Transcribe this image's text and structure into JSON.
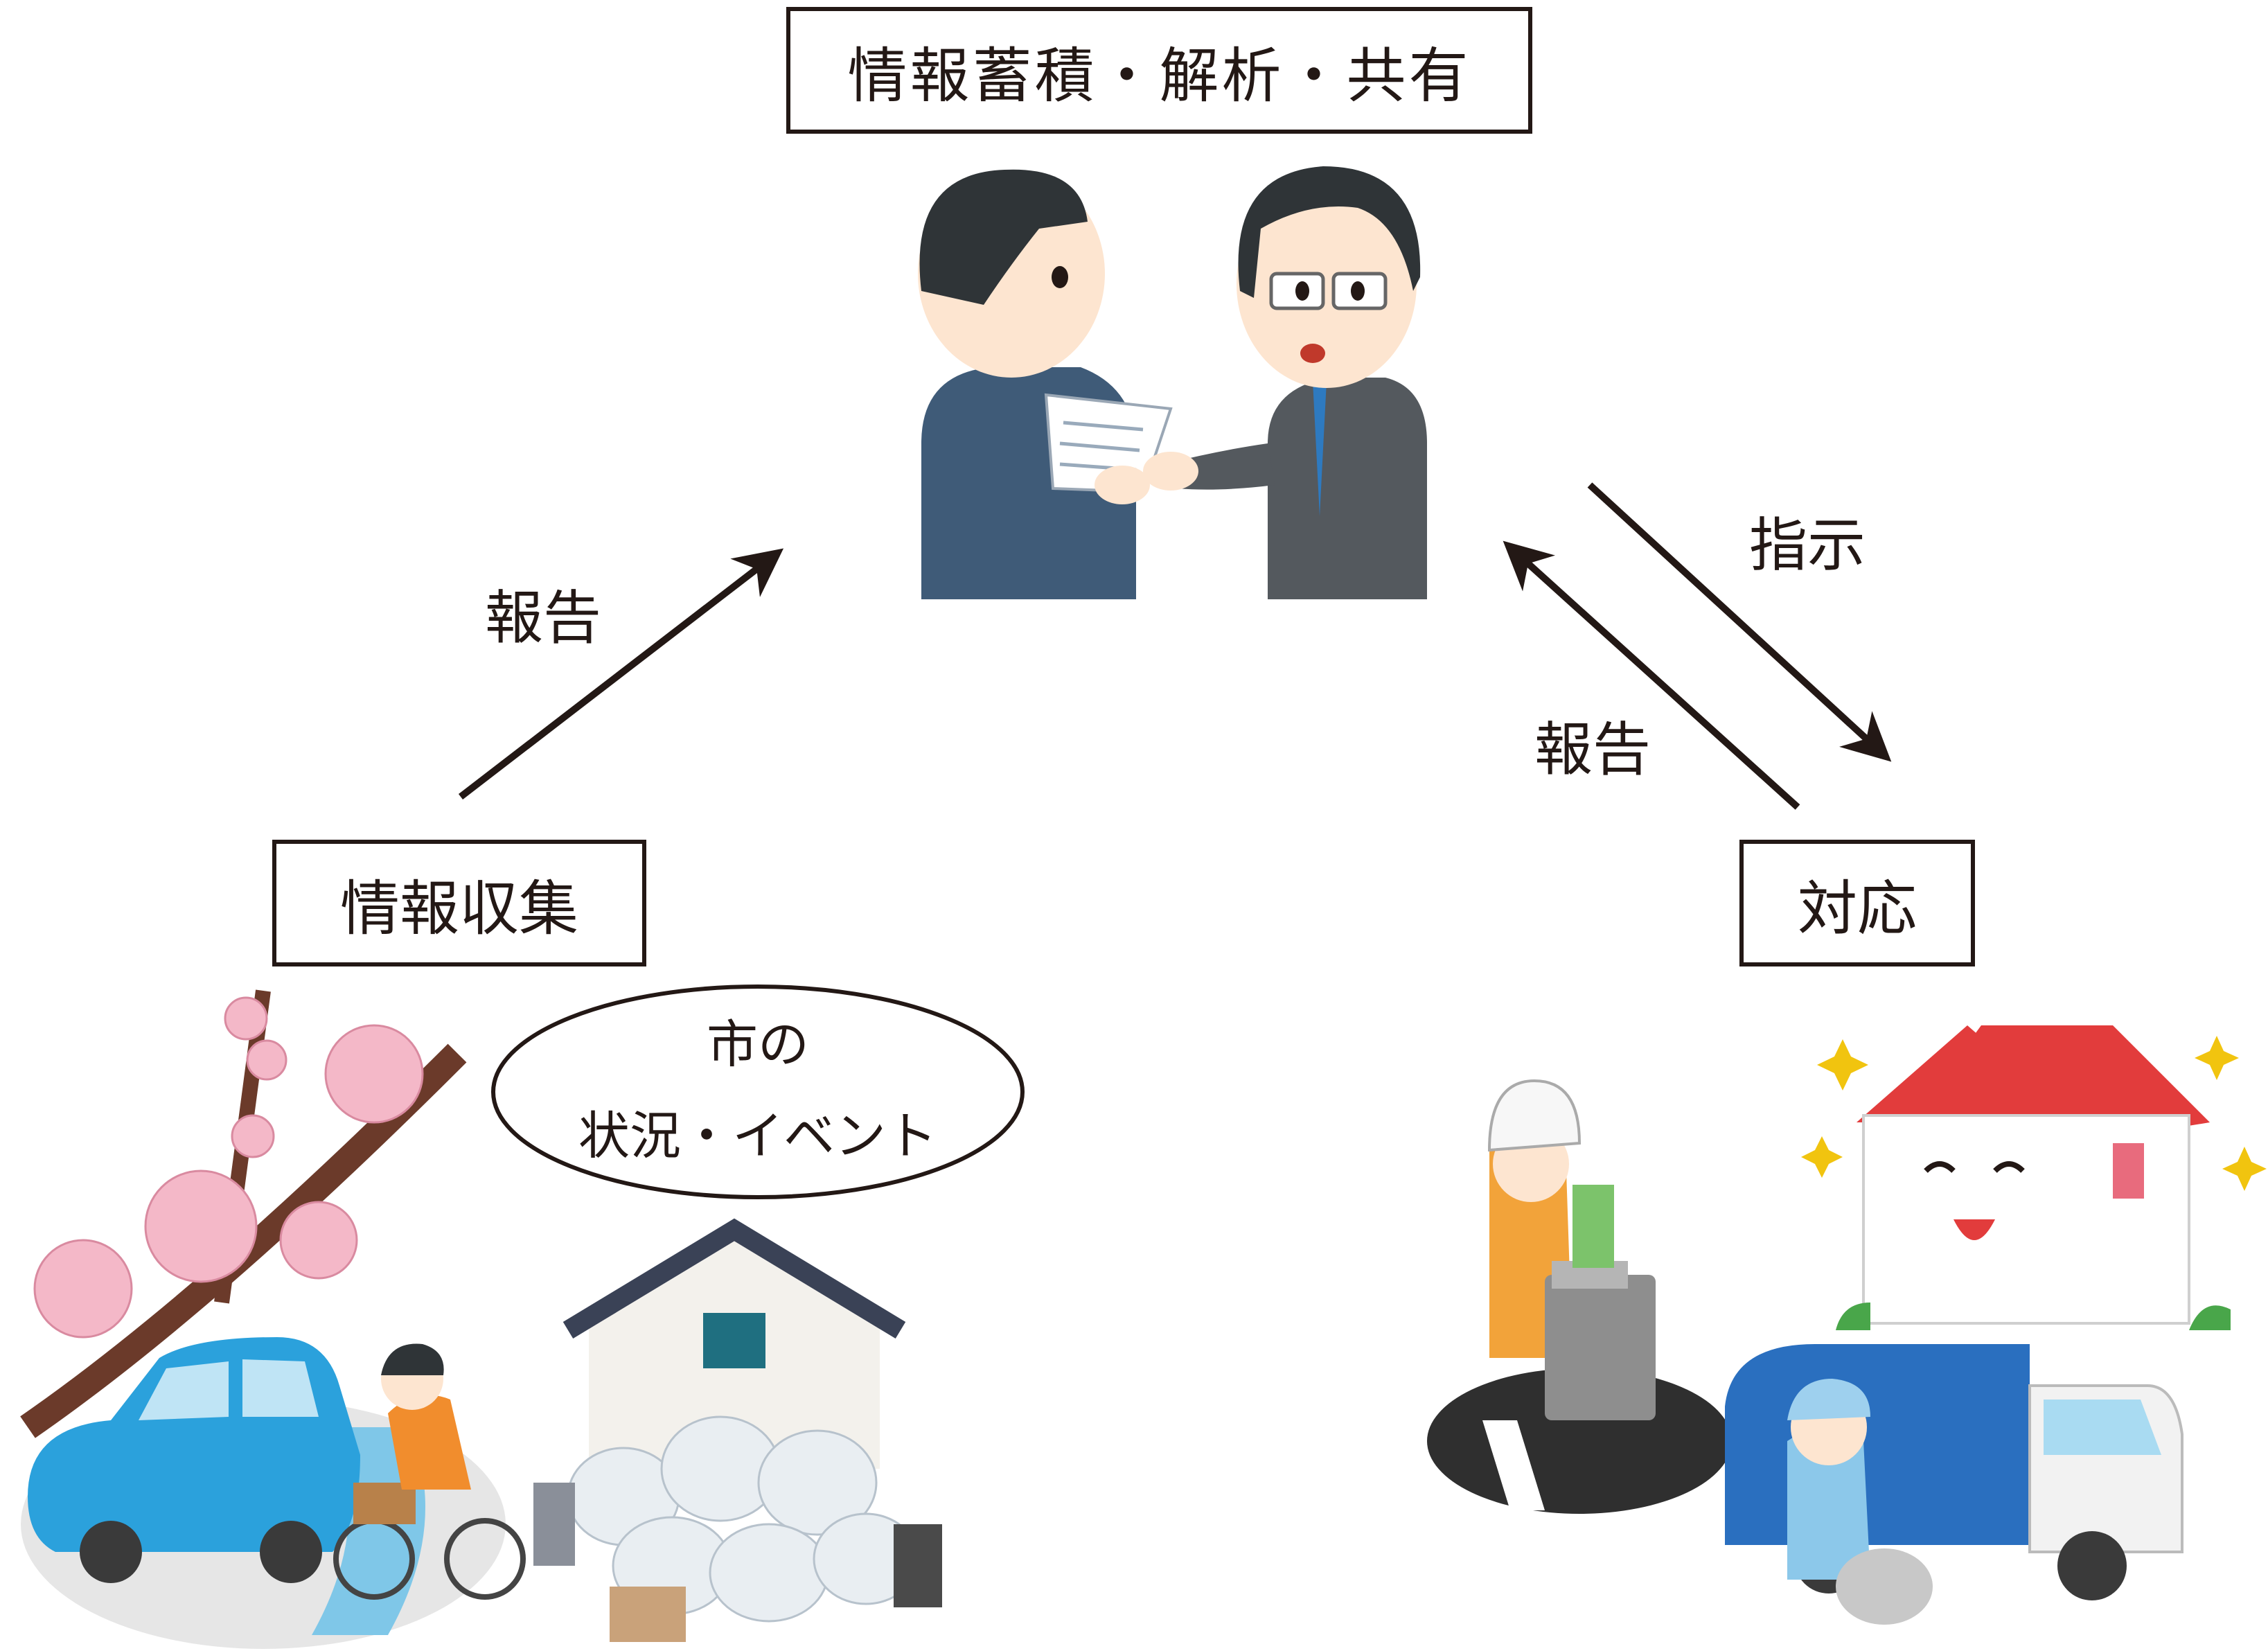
{
  "boxes": {
    "top": "情報蓄積・解析・共有",
    "left": "情報収集",
    "right": "対応"
  },
  "arrows": {
    "left_report": "報告",
    "right_report": "報告",
    "right_instruction": "指示"
  },
  "bubble": {
    "line1": "市の",
    "line2": "状況・イベント"
  },
  "illustrations": {
    "top": "office-workers-handing-report",
    "bottom_left": [
      "plum-blossom-branch",
      "blue-car",
      "cyclist",
      "house-with-garbage-bags"
    ],
    "bottom_right": [
      "road-worker-with-manhole-machine",
      "smiling-house",
      "garbage-truck-worker"
    ]
  }
}
